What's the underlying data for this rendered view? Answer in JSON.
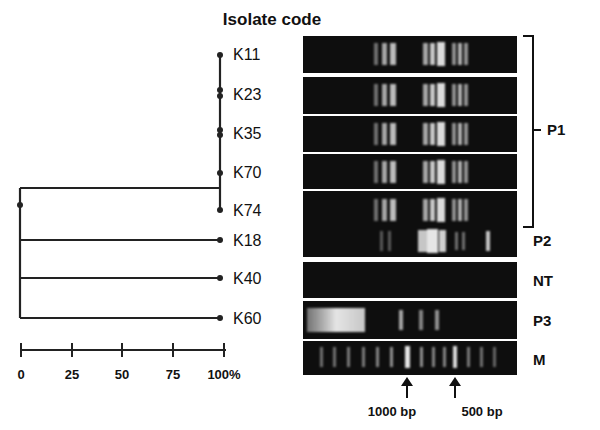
{
  "diagram": {
    "title": "Isolate code",
    "labels": [
      "K11",
      "K23",
      "K35",
      "K70",
      "K74",
      "K18",
      "K40",
      "K60",
      "P1",
      "P2",
      "NT",
      "P3",
      "M",
      "0",
      "25",
      "50",
      "75",
      "100%",
      "1000 bp",
      "500 bp"
    ]
  }
}
